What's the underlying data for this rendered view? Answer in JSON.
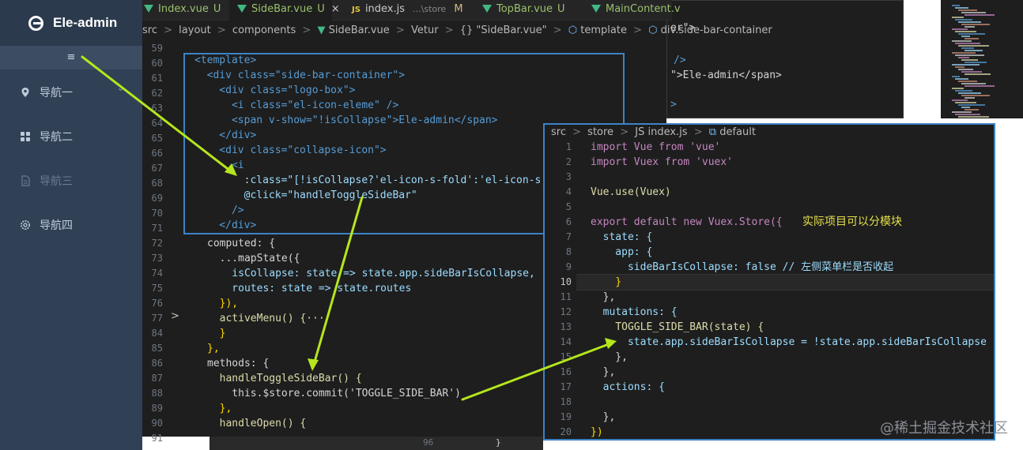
{
  "sidebar": {
    "logo_text": "Ele-admin",
    "collapse_glyph": "≡",
    "items": [
      {
        "label": "导航一",
        "icon": "location-icon",
        "expanded": true
      },
      {
        "label": "导航二",
        "icon": "menu-icon"
      },
      {
        "label": "导航三",
        "icon": "document-icon",
        "disabled": true
      },
      {
        "label": "导航四",
        "icon": "setting-icon"
      }
    ],
    "chevron": "⌄",
    "colors": {
      "background": "#304156",
      "logo_bg": "#2b3a4d",
      "text": "#bfcbd9"
    }
  },
  "tabs": [
    {
      "label": "Index.vue",
      "type": "vue",
      "status": "U"
    },
    {
      "label": "SideBar.vue",
      "type": "vue",
      "status": "U",
      "active": true,
      "close": "×"
    },
    {
      "label": "index.js",
      "type": "js",
      "suffix": "...\\store",
      "status": "M"
    },
    {
      "label": "TopBar.vue",
      "type": "vue",
      "status": "U"
    },
    {
      "label": "MainContent.v",
      "type": "vue"
    }
  ],
  "breadcrumb": {
    "parts": [
      "src",
      "layout",
      "components",
      "SideBar.vue",
      "Vetur",
      "{} \"SideBar.vue\"",
      "template",
      "div.side-bar-container"
    ],
    "separator": ">"
  },
  "editor": {
    "right_fragments": [
      "er\">",
      "/>",
      "\">Ele-admin</span>",
      ">"
    ],
    "line_numbers": [
      "59",
      "60",
      "61",
      "62",
      "63",
      "64",
      "65",
      "66",
      "67",
      "68",
      "69",
      "70",
      "71",
      "72",
      "73",
      "74",
      "75",
      "76",
      "77",
      "84",
      "85",
      "86",
      "87",
      "88",
      "89",
      "90",
      "91"
    ],
    "lines": [
      "",
      "<template>",
      "  <div class=\"side-bar-container\">",
      "    <div class=\"logo-box\">",
      "      <i class=\"el-icon-eleme\" />",
      "      <span v-show=\"!isCollapse\">Ele-admin</span>",
      "    </div>",
      "    <div class=\"collapse-icon\">",
      "      <i",
      "        :class=\"[!isCollapse?'el-icon-s-fold':'el-icon-s",
      "        @click=\"handleToggleSideBar\"",
      "      />",
      "    </div>",
      "computed: {",
      "  ...mapState({",
      "    isCollapse: state => state.app.sideBarIsCollapse,",
      "    routes: state => state.routes",
      "  }),",
      "  activeMenu() {···",
      "  }",
      "},",
      "methods: {",
      "  handleToggleSideBar() {",
      "    this.$store.commit('TOGGLE_SIDE_BAR')",
      "  },",
      "  handleOpen() {",
      ""
    ],
    "fold_marker": ">"
  },
  "store_panel": {
    "breadcrumb": [
      "src",
      "store",
      "JS index.js",
      "default"
    ],
    "line_numbers": [
      "1",
      "2",
      "3",
      "4",
      "5",
      "6",
      "7",
      "8",
      "9",
      "10",
      "11",
      "12",
      "13",
      "14",
      "15",
      "16",
      "17",
      "18",
      "19",
      "20"
    ],
    "lines": [
      "import Vue from 'vue'",
      "import Vuex from 'vuex'",
      "",
      "Vue.use(Vuex)",
      "",
      "export default new Vuex.Store({",
      "  state: {",
      "    app: {",
      "      sideBarIsCollapse: false // 左侧菜单栏是否收起",
      "    }",
      "  },",
      "  mutations: {",
      "    TOGGLE_SIDE_BAR(state) {",
      "      state.app.sideBarIsCollapse = !state.app.sideBarIsCollapse",
      "    },",
      "  },",
      "  actions: {",
      "",
      "  },",
      "})"
    ],
    "annotation": "实际项目可以分模块"
  },
  "bottom_fragment": {
    "line": "96",
    "text": "}"
  },
  "watermark": "@稀土掘金技术社区",
  "colors": {
    "arrow": "#b5e61d",
    "highlight_box": "#3b84c6",
    "editor_bg": "#1e1e1e"
  }
}
